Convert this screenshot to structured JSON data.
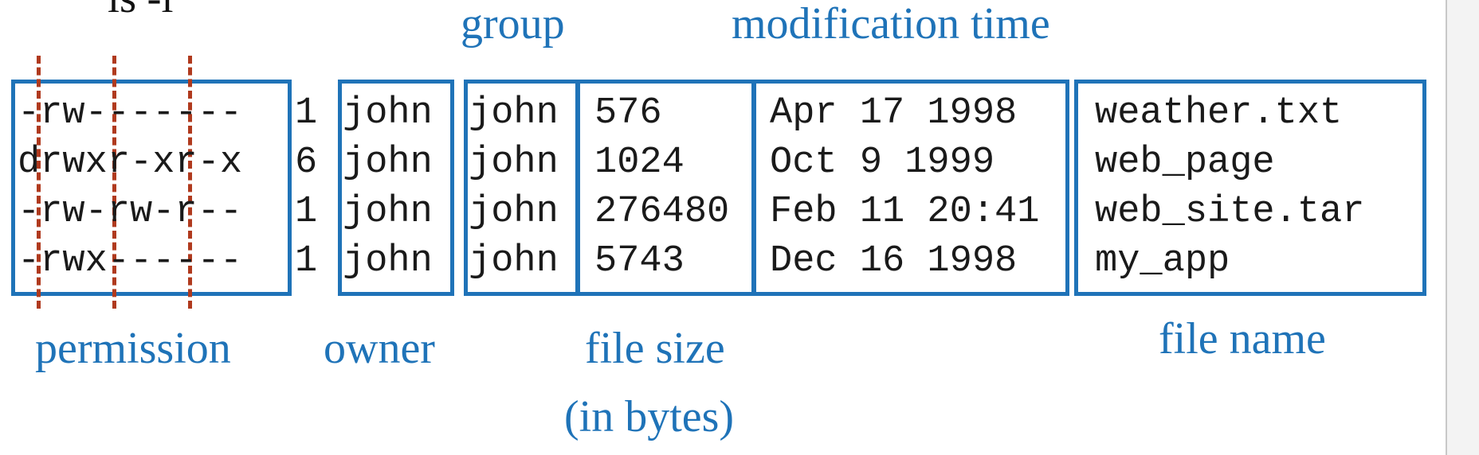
{
  "header_fragment": "ls -l",
  "labels": {
    "group": "group",
    "modification_time": "modification time",
    "permission": "permission",
    "owner": "owner",
    "file_size_line1": "file size",
    "file_size_line2": "(in bytes)",
    "file_name": "file name"
  },
  "listing": {
    "permissions": [
      "-rw-------",
      "drwxr-xr-x",
      "-rw-rw-r--",
      "-rwx------"
    ],
    "links": [
      "1",
      "6",
      "1",
      "1"
    ],
    "owners": [
      "john",
      "john",
      "john",
      "john"
    ],
    "groups": [
      "john",
      "john",
      "john",
      "john"
    ],
    "sizes": [
      "576",
      "1024",
      "276480",
      "5743"
    ],
    "times": [
      "Apr 17 1998",
      "Oct 9 1999",
      "Feb 11 20:41",
      "Dec 16 1998"
    ],
    "names": [
      "weather.txt",
      "web_page",
      "web_site.tar",
      "my_app"
    ]
  },
  "colors": {
    "annotation_blue": "#1f73b8",
    "divider_red": "#b03a1e"
  }
}
